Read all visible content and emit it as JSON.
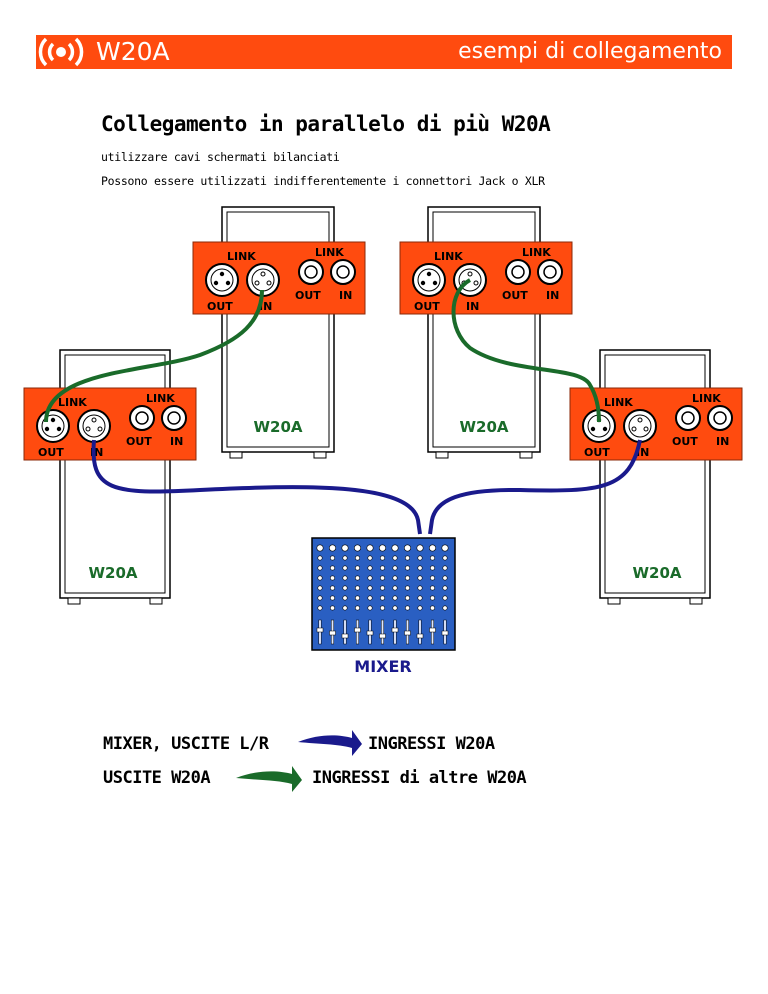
{
  "header": {
    "model": "W20A",
    "section": "esempi di collegamento",
    "brand_color": "#ff4b0f"
  },
  "title": "Collegamento in parallelo di più W20A",
  "notes": [
    "utilizzare cavi schermati bilanciati",
    "Possono essere utilizzati indifferentemente i connettori Jack o XLR"
  ],
  "panel": {
    "link_left": "LINK",
    "link_right": "LINK",
    "out_xlr": "OUT",
    "in_xlr": "IN",
    "out_jack": "OUT",
    "in_jack": "IN"
  },
  "speakers": [
    {
      "label": "W20A"
    },
    {
      "label": "W20A"
    },
    {
      "label": "W20A"
    },
    {
      "label": "W20A"
    }
  ],
  "mixer": {
    "label": "MIXER"
  },
  "legend": [
    {
      "from": "MIXER, USCITE L/R",
      "to": "INGRESSI W20A",
      "color": "#1a1a8c"
    },
    {
      "from": "USCITE W20A",
      "to": "INGRESSI di altre W20A",
      "color": "#1a6b2a"
    }
  ],
  "colors": {
    "panel": "#ff4b0f",
    "speaker_text": "#1a6b2a",
    "mixer_body": "#2a5fc2",
    "mixer_text": "#1a1a8c",
    "cable_green": "#1a6b2a",
    "cable_blue": "#1a1a8c"
  }
}
